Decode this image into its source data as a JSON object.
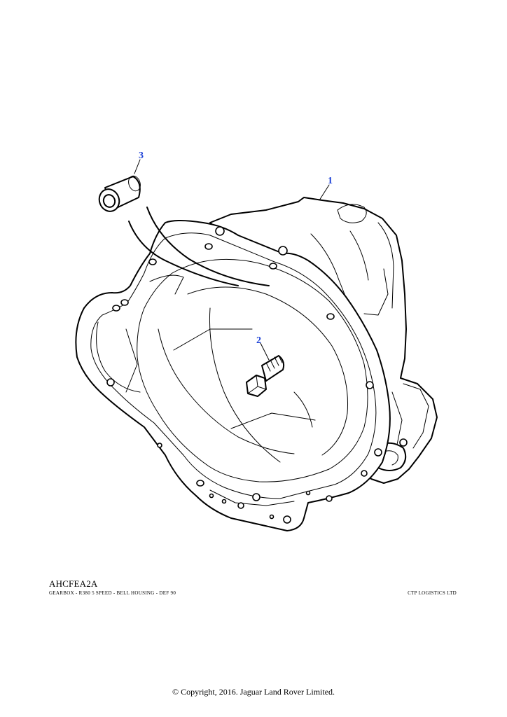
{
  "callouts": [
    {
      "id": "1",
      "label": "1"
    },
    {
      "id": "2",
      "label": "2"
    },
    {
      "id": "3",
      "label": "3"
    }
  ],
  "colors": {
    "callout": "#1a3fd6",
    "line": "#000000",
    "background": "#ffffff"
  },
  "footer": {
    "part_code": "AHCFEA2A",
    "description": "GEARBOX - R380 5 SPEED - BELL HOUSING - DEF 90",
    "vendor": "CTP LOGISTICS LTD",
    "copyright": "© Copyright, 2016. Jaguar Land Rover Limited."
  }
}
